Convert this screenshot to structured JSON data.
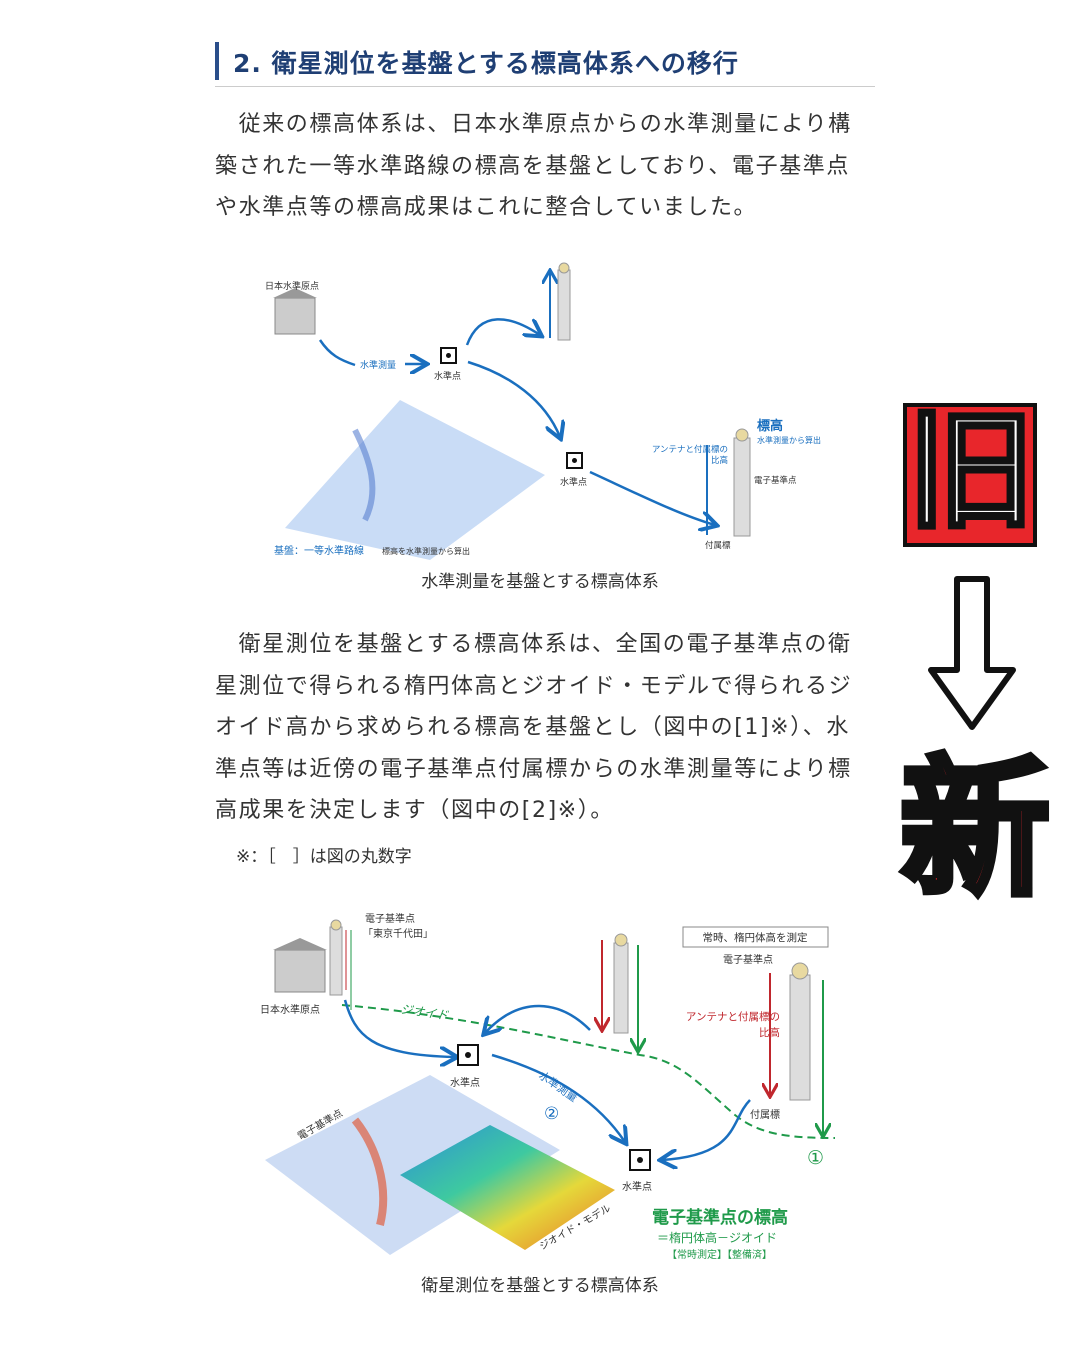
{
  "heading": "2.  衛星測位を基盤とする標高体系への移行",
  "para1": [
    "　従来の標高体系は、日本水準原点からの水準測量により構",
    "築された一等水準路線の標高を基盤としており、電子基準点",
    "や水準点等の標高成果はこれに整合していました。"
  ],
  "figure1": {
    "origin": "日本水準原点",
    "leveling": "水準測量",
    "bm1": "水準点",
    "bm2": "水準点",
    "elev": "標高",
    "elev_sub": "水準測量から算出",
    "antenna1": "アンテナと付属標の",
    "antenna2": "比高",
    "gnss": "電子基準点",
    "aux": "付属標",
    "base": "基盤：一等水準路線",
    "base_sub": "標高を水準測量から算出",
    "caption": "水準測量を基盤とする標高体系"
  },
  "para2": [
    "　衛星測位を基盤とする標高体系は、全国の電子基準点の衛",
    "星測位で得られる楕円体高とジオイド・モデルで得られるジ",
    "オイド高から求められる標高を基盤とし（図中の[1]※）、水",
    "準点等は近傍の電子基準点付属標からの水準測量等により標",
    "高成果を決定します（図中の[2]※）。"
  ],
  "note": "※：［　］は図の丸数字",
  "figure2": {
    "gnss_tokyo1": "電子基準点",
    "gnss_tokyo2": "「東京千代田」",
    "origin": "日本水準原点",
    "geoid": "ジオイド",
    "bm1": "水準点",
    "leveling": "水準測量",
    "num2": "②",
    "bm2": "水準点",
    "gnss_map": "電子基準点",
    "geoid_model": "ジオイド・モデル",
    "box": "常時、楕円体高を測定",
    "gnss": "電子基準点",
    "antenna1": "アンテナと付属標の",
    "antenna2": "比高",
    "aux": "付属標",
    "num1": "①",
    "formula_title": "電子基準点の標高",
    "formula": "＝楕円体高－ジオイド",
    "formula_sub": "【常時測定】【整備済】",
    "caption": "衛星測位を基盤とする標高体系"
  },
  "old_label": "旧",
  "new_label": "新",
  "colors": {
    "blue": "#1a6fbf",
    "green": "#1f9a4a",
    "red": "#c0272d",
    "accent": "#e8262b"
  }
}
